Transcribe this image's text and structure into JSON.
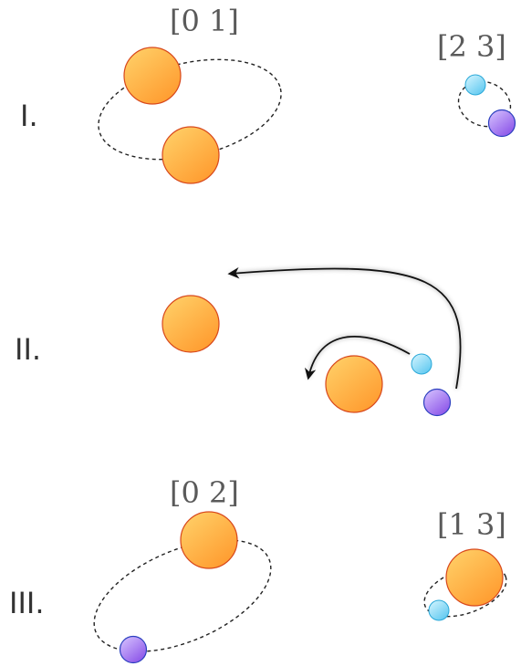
{
  "colors": {
    "orange_light": "#ffd36b",
    "orange_dark": "#ff9a2e",
    "orange_stroke": "#d8481c",
    "cyan_light": "#d8f6ff",
    "cyan_dark": "#5ec8f0",
    "cyan_stroke": "#2aa8d8",
    "violet_light": "#d9c7ff",
    "violet_dark": "#8a52e8",
    "violet_stroke": "#2b3fbf"
  },
  "stages": [
    {
      "label": "I.",
      "pairs": [
        "[0 1]",
        "[2 3]"
      ]
    },
    {
      "label": "II.",
      "pairs": []
    },
    {
      "label": "III.",
      "pairs": [
        "[0 2]",
        "[1 3]"
      ]
    }
  ]
}
